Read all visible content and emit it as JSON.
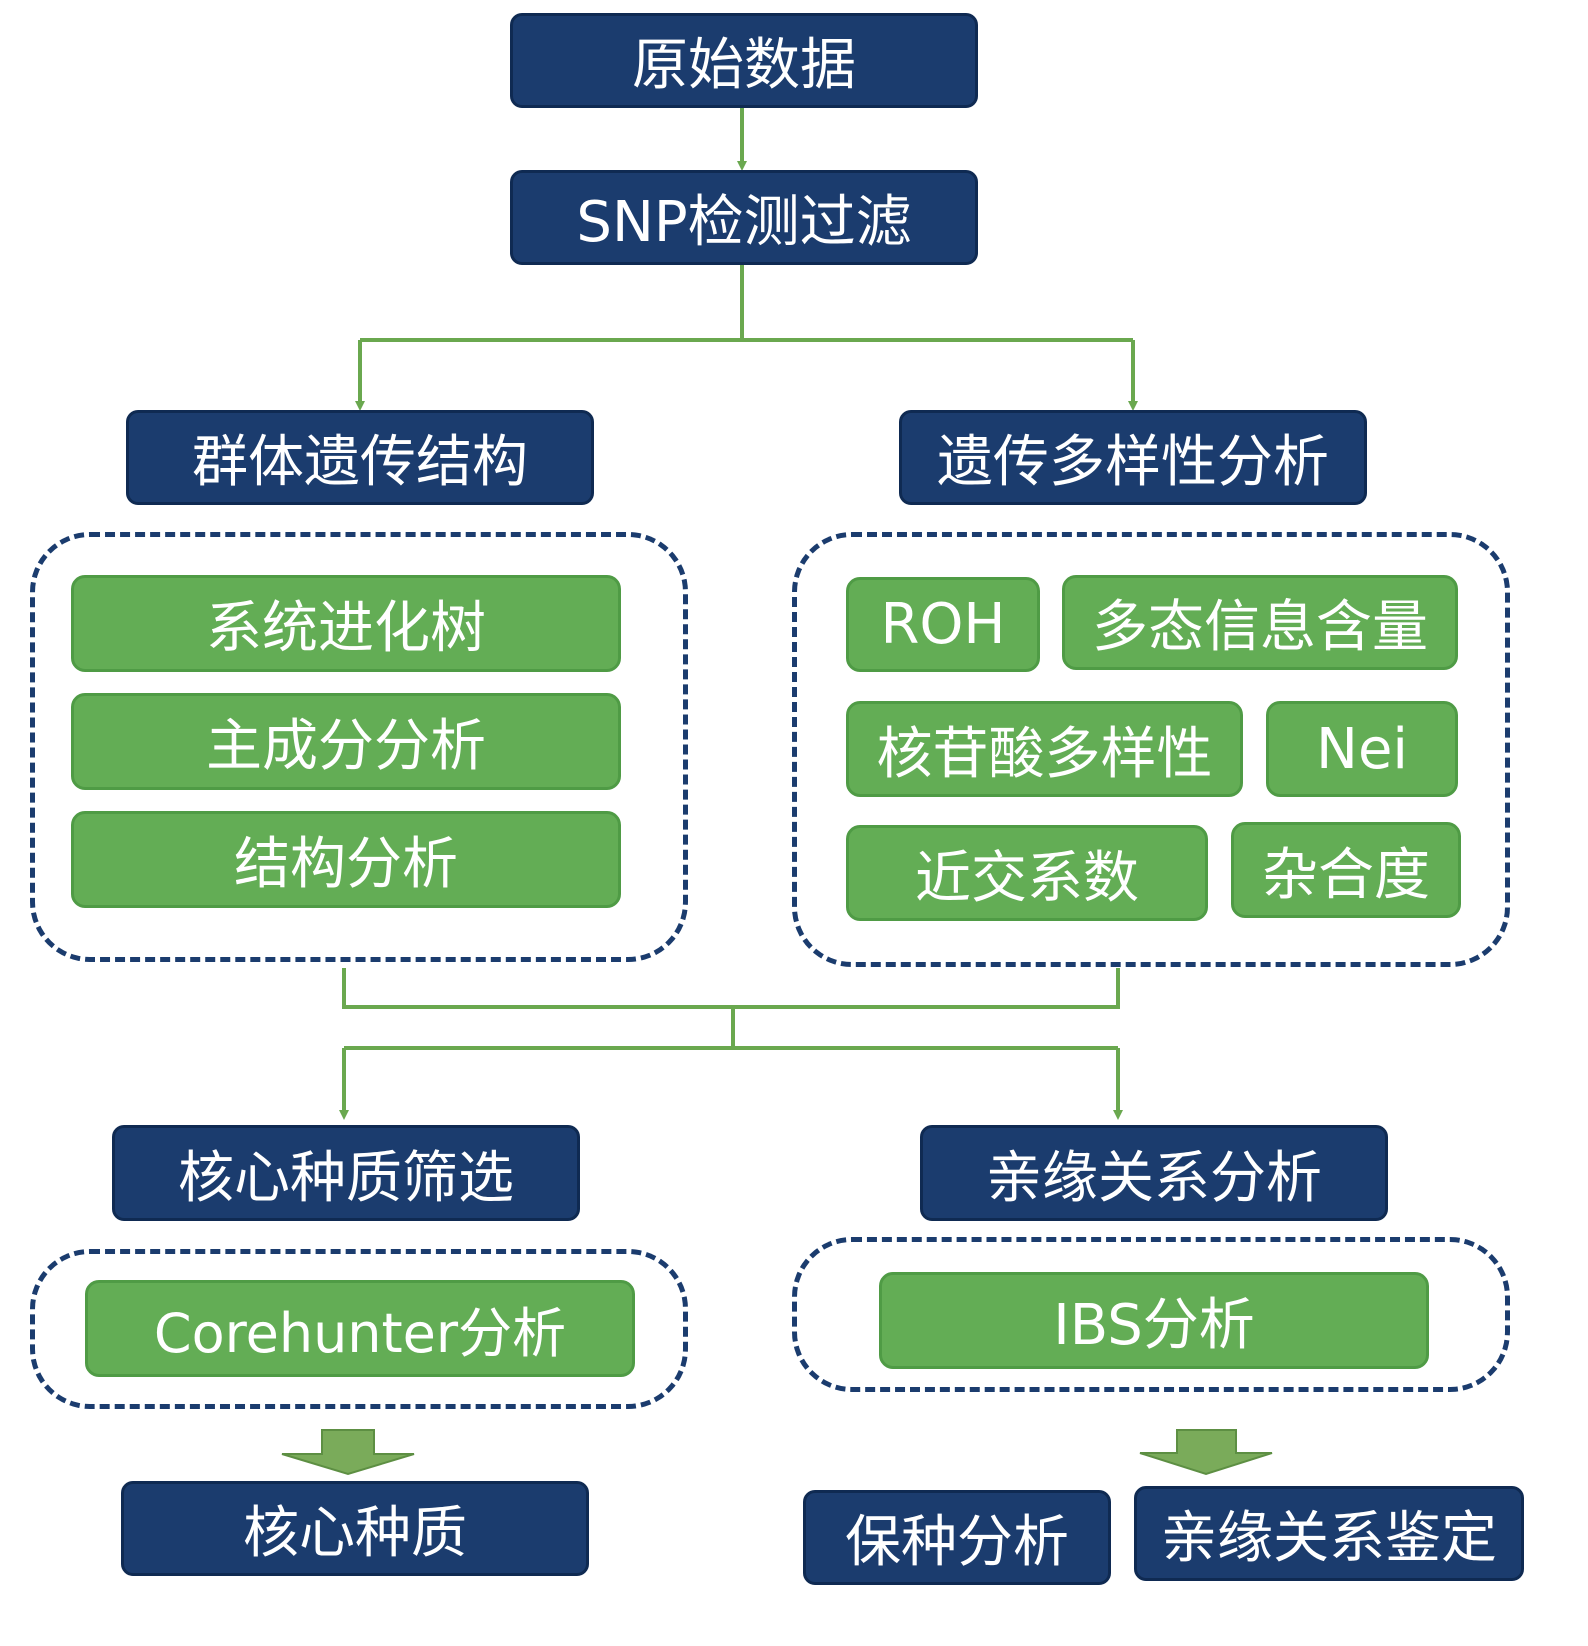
{
  "nodes": {
    "raw_data": "原始数据",
    "snp_filter": "SNP检测过滤",
    "population_structure": "群体遗传结构",
    "genetic_diversity": "遗传多样性分析",
    "phylogenetic_tree": "系统进化树",
    "pca": "主成分分析",
    "structure_analysis": "结构分析",
    "roh": "ROH",
    "pic": "多态信息含量",
    "nucleotide_diversity": "核苷酸多样性",
    "nei": "Nei",
    "inbreeding_coefficient": "近交系数",
    "heterozygosity": "杂合度",
    "core_germplasm_screening": "核心种质筛选",
    "kinship_analysis": "亲缘关系分析",
    "corehunter": "Corehunter分析",
    "ibs": "IBS分析",
    "core_germplasm": "核心种质",
    "conservation_analysis": "保种分析",
    "kinship_identification": "亲缘关系鉴定"
  },
  "colors": {
    "navy": "#1b3c6e",
    "green": "#63ad55",
    "connector": "#6aa84f",
    "dashed_border": "#1b3c6e"
  }
}
